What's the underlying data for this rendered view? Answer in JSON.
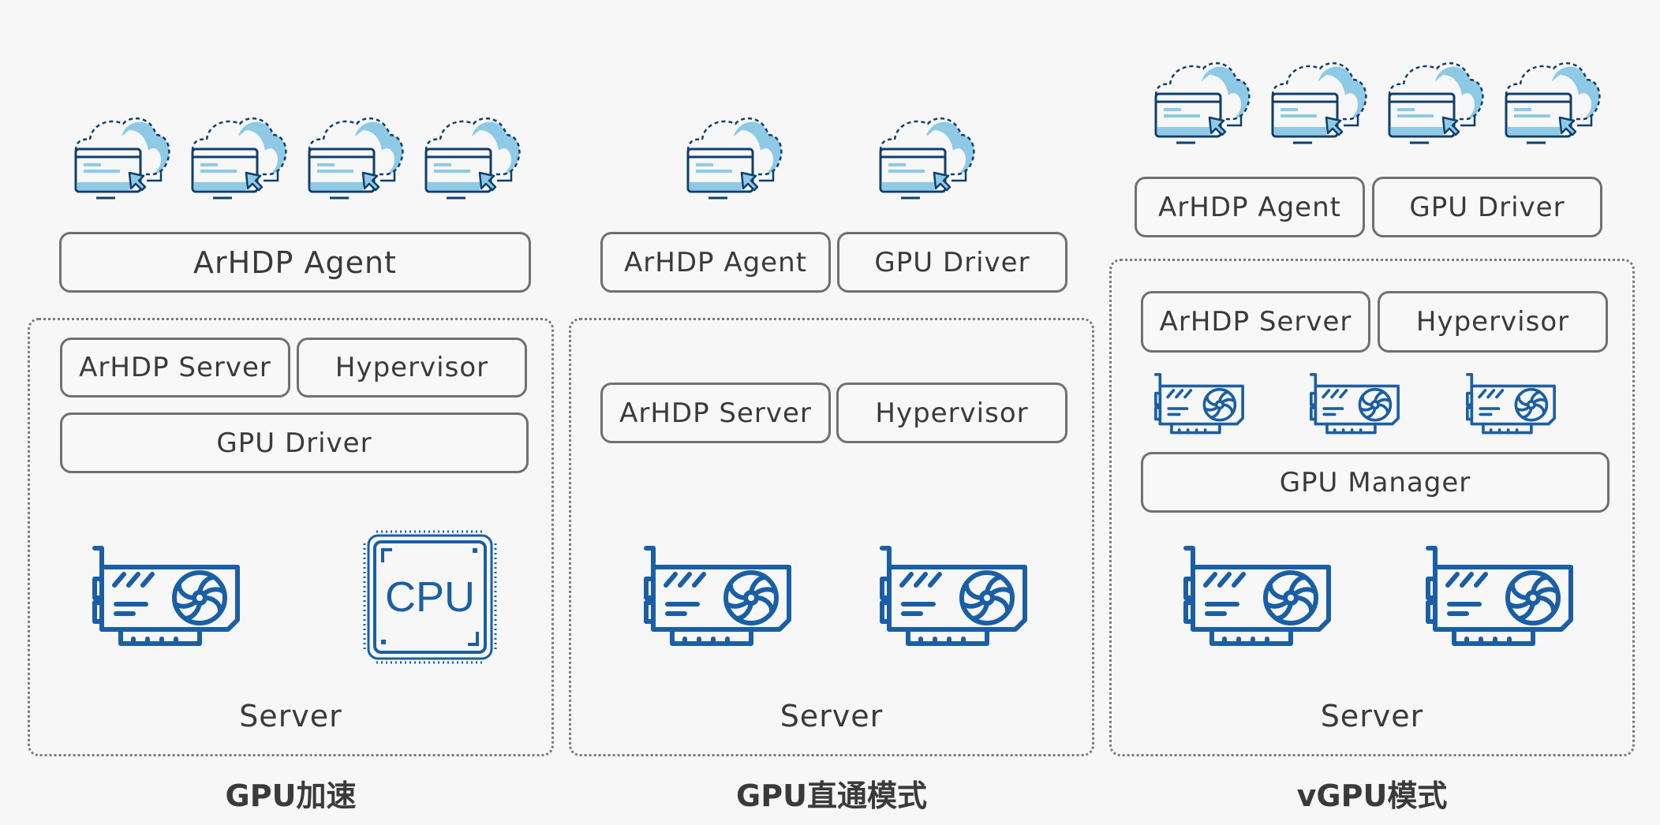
{
  "colors": {
    "background": "#f7f7f7",
    "box_border": "#707070",
    "text": "#3a3a3a",
    "icon_blue": "#1a5fa5",
    "cloud_dark": "#0e3f6e",
    "cloud_light": "#8ecae6"
  },
  "columns": [
    {
      "mode_label": "GPU加速",
      "cloud_count": 4,
      "agent_label": "ArHDP Agent",
      "server_box": {
        "arhdp_server_label": "ArHDP Server",
        "hypervisor_label": "Hypervisor",
        "gpu_driver_label": "GPU Driver",
        "hardware": [
          "gpu-card",
          "cpu-chip"
        ],
        "cpu_label": "CPU",
        "server_label": "Server"
      }
    },
    {
      "mode_label": "GPU直通模式",
      "cloud_count": 2,
      "agent_label": "ArHDP Agent",
      "gpu_driver_label": "GPU Driver",
      "server_box": {
        "arhdp_server_label": "ArHDP Server",
        "hypervisor_label": "Hypervisor",
        "hardware": [
          "gpu-card",
          "gpu-card"
        ],
        "server_label": "Server"
      }
    },
    {
      "mode_label": "vGPU模式",
      "cloud_count": 4,
      "agent_label": "ArHDP Agent",
      "gpu_driver_label": "GPU Driver",
      "server_box": {
        "arhdp_server_label": "ArHDP Server",
        "hypervisor_label": "Hypervisor",
        "virtual_gpu_count": 3,
        "gpu_manager_label": "GPU Manager",
        "hardware": [
          "gpu-card",
          "gpu-card"
        ],
        "server_label": "Server"
      }
    }
  ]
}
